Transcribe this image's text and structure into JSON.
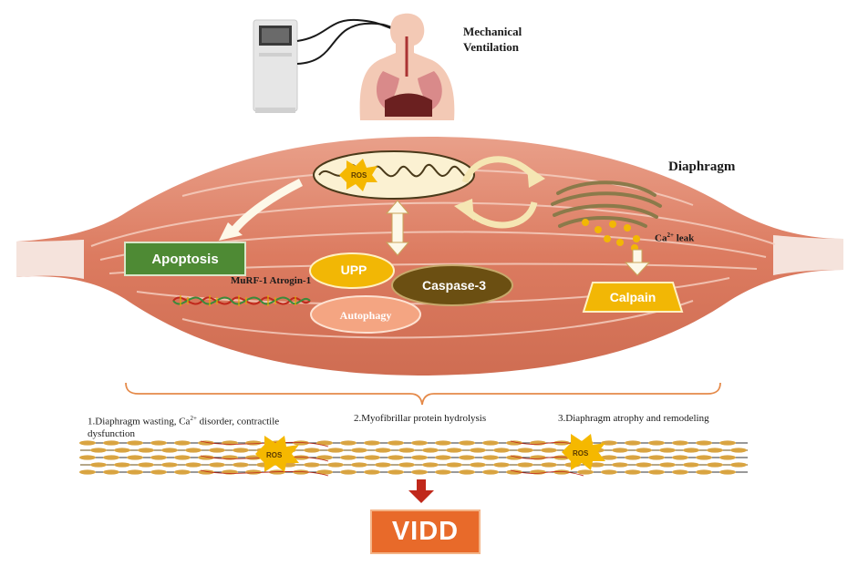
{
  "ventilation": {
    "line1": "Mechanical",
    "line2": "Ventilation"
  },
  "diaphragm": {
    "title": "Diaphragm"
  },
  "nodes": {
    "apoptosis": "Apoptosis",
    "upp": "UPP",
    "caspase": "Caspase-3",
    "autophagy": "Autophagy",
    "calpain": "Calpain",
    "genes": "MuRF-1 Atrogin-1",
    "ros": "ROS",
    "ca_leak_base": "Ca",
    "ca_leak_sup": "2+",
    "ca_leak_rest": " leak"
  },
  "steps": {
    "s1_a": "1.Diaphragm wasting, Ca",
    "s1_sup": "2+",
    "s1_b": " disorder, contractile dysfunction",
    "s2": "2.Myofibrillar protein hydrolysis",
    "s3": "3.Diaphragm atrophy and remodeling"
  },
  "outcome": {
    "label": "VIDD"
  },
  "colors": {
    "muscle": "#e0856a",
    "apoptosis": "#4e8a34",
    "upp": "#f2b705",
    "caspase": "#6b4f12",
    "autophagy": "#f4a582",
    "calpain": "#f2b705",
    "vidd": "#e86a2a",
    "arrow": "#c0281b"
  }
}
